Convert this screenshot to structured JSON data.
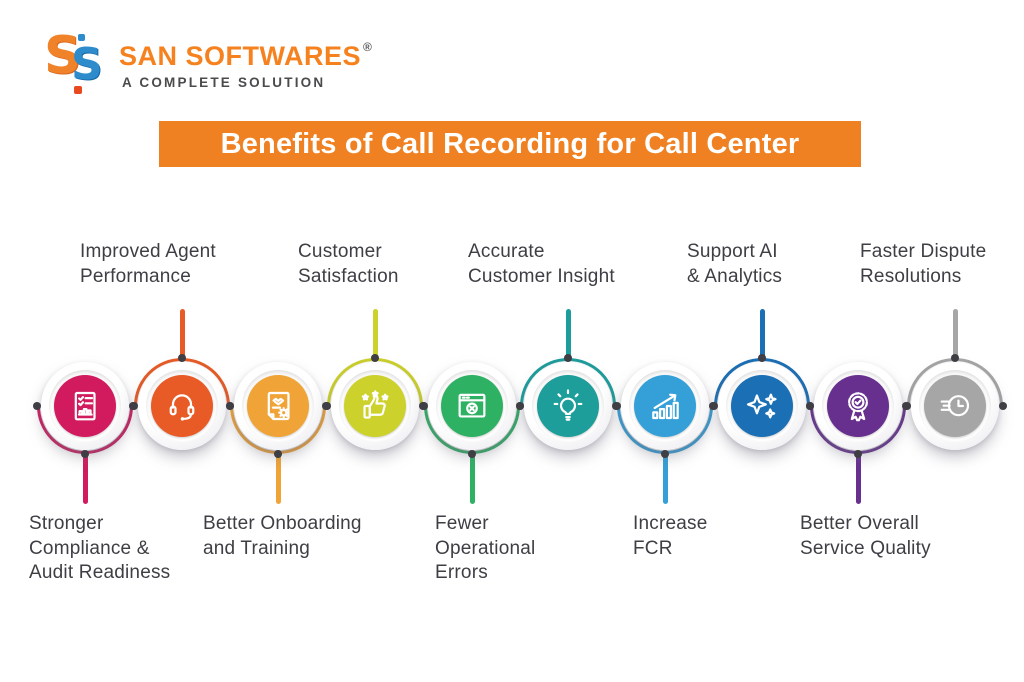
{
  "logo": {
    "monogram_letters": [
      "S",
      "S"
    ],
    "name": "SAN SOFTWARES",
    "registered": "®",
    "tagline": "A COMPLETE SOLUTION"
  },
  "banner": {
    "title": "Benefits of Call Recording for Call Center",
    "bg_color": "#EF8122",
    "text_color": "#FFFFFF"
  },
  "benefits": {
    "items": [
      {
        "label": "Stronger\nCompliance &\nAudit Readiness",
        "color": "#D11B5E",
        "icon": "compliance-report-icon",
        "label_position": "bottom"
      },
      {
        "label": "Improved Agent\nPerformance",
        "color": "#E95B26",
        "icon": "agent-headset-icon",
        "label_position": "top"
      },
      {
        "label": "Better Onboarding\nand Training",
        "color": "#F0A437",
        "icon": "onboarding-document-icon",
        "label_position": "bottom"
      },
      {
        "label": "Customer\nSatisfaction",
        "color": "#CCD12B",
        "icon": "thumbs-up-stars-icon",
        "label_position": "top"
      },
      {
        "label": "Fewer\nOperational\nErrors",
        "color": "#2FB164",
        "icon": "browser-error-icon",
        "label_position": "bottom"
      },
      {
        "label": "Accurate\nCustomer Insight",
        "color": "#1D9E9B",
        "icon": "lightbulb-insight-icon",
        "label_position": "top"
      },
      {
        "label": "Increase\nFCR",
        "color": "#35A0D7",
        "icon": "growth-chart-icon",
        "label_position": "bottom"
      },
      {
        "label": "Support AI\n& Analytics",
        "color": "#1B6FB5",
        "icon": "ai-sparkles-icon",
        "label_position": "top"
      },
      {
        "label": "Better Overall\nService Quality",
        "color": "#67308F",
        "icon": "award-ribbon-icon",
        "label_position": "bottom"
      },
      {
        "label": "Faster Dispute\nResolutions",
        "color": "#A6A6A6",
        "icon": "fast-clock-icon",
        "label_position": "top"
      }
    ]
  },
  "label_text_color": "#3E3E44"
}
